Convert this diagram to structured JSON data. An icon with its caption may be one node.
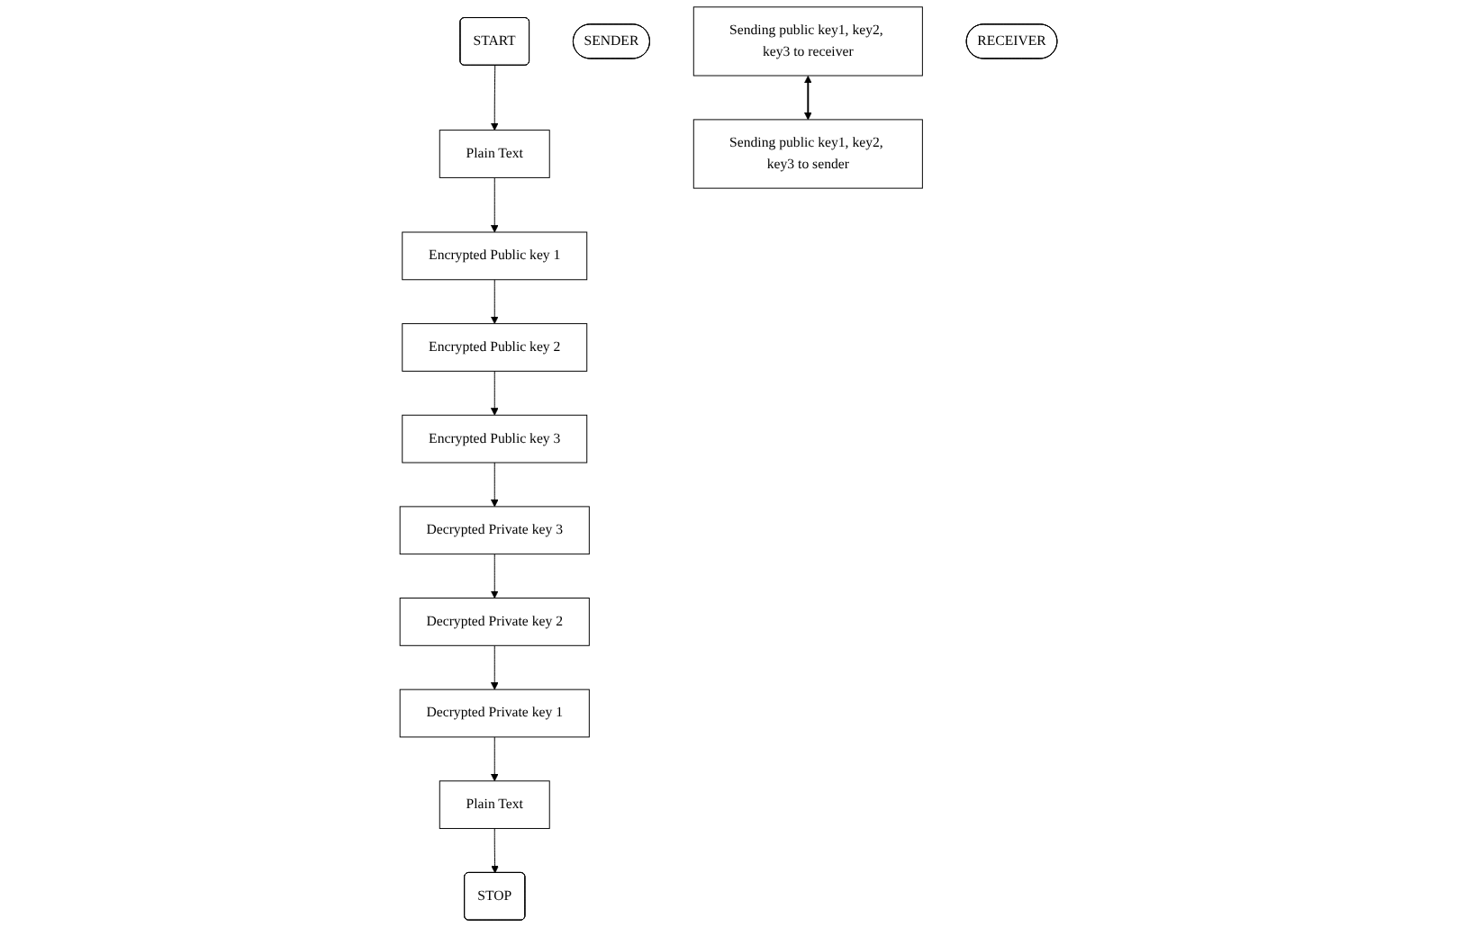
{
  "diagram": {
    "nodes": [
      {
        "text": [
          "START"
        ]
      },
      {
        "text": [
          "Plain Text"
        ]
      },
      {
        "text": [
          "Encrypted Public key 1"
        ]
      },
      {
        "text": [
          "Encrypted Public key 2"
        ]
      },
      {
        "text": [
          "Encrypted Public key 3"
        ]
      },
      {
        "text": [
          "Decrypted Private key 3"
        ]
      },
      {
        "text": [
          "Decrypted Private key 2"
        ]
      },
      {
        "text": [
          "Decrypted Private key 1"
        ]
      },
      {
        "text": [
          "Plain Text"
        ]
      },
      {
        "text": [
          "STOP"
        ]
      },
      {
        "text": [
          "SENDER"
        ]
      },
      {
        "text": [
          "Sending public key1, key2, key3 to receiver"
        ]
      },
      {
        "text": [
          "RECEIVER"
        ]
      },
      {
        "text": [
          "Sending public key1, key2, key3 to sender"
        ]
      }
    ],
    "edges": [
      {
        "from": 0,
        "to": 1,
        "arrow": "to"
      },
      {
        "from": 1,
        "to": 2,
        "arrow": "to"
      },
      {
        "from": 2,
        "to": 3,
        "arrow": "to"
      },
      {
        "from": 3,
        "to": 4,
        "arrow": "to"
      },
      {
        "from": 4,
        "to": 5,
        "arrow": "to"
      },
      {
        "from": 5,
        "to": 6,
        "arrow": "to"
      },
      {
        "from": 6,
        "to": 7,
        "arrow": "to"
      },
      {
        "from": 7,
        "to": 8,
        "arrow": "to"
      },
      {
        "from": 8,
        "to": 9,
        "arrow": "to"
      },
      {
        "from": 11,
        "to": 13,
        "arrow": "both"
      }
    ]
  }
}
